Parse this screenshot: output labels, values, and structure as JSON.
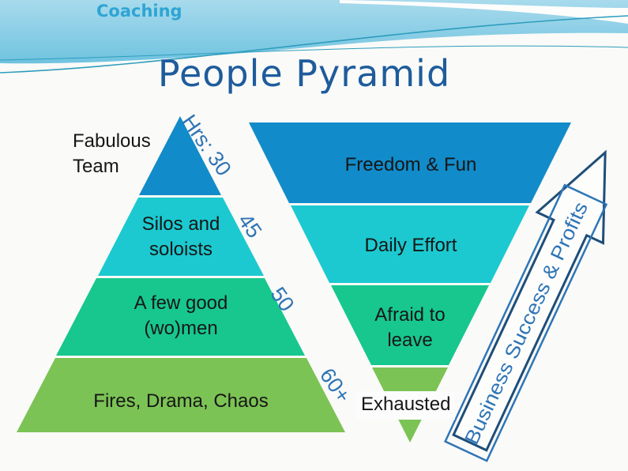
{
  "slide": {
    "background_color": "#FAFAF8",
    "header": {
      "brand": "Coaching",
      "band_top_color": "#A8DAEC",
      "band_bottom_color": "#6FC3E0",
      "wave_line_color": "#2D9DBC"
    },
    "title": {
      "text": "People Pyramid",
      "color": "#1E5C9C"
    },
    "left_pyramid": {
      "description": "upright pyramid, hours worked per tier shown along right edge",
      "tiers": [
        {
          "label": "Fabulous Team",
          "label_placement": "outside-left",
          "hours": "Hrs: 30",
          "color": "#118BC9"
        },
        {
          "label": "Silos and soloists",
          "hours": "45",
          "color": "#1CC9D0"
        },
        {
          "label": "A few good (wo)men",
          "hours": "50",
          "color": "#17C78E"
        },
        {
          "label": "Fires, Drama, Chaos",
          "hours": "60+",
          "color": "#7CC355"
        }
      ]
    },
    "right_pyramid": {
      "description": "inverted pyramid",
      "tiers": [
        {
          "label": "Freedom & Fun",
          "color": "#118BC9"
        },
        {
          "label": "Daily Effort",
          "color": "#1CC9D0"
        },
        {
          "label": "Afraid to leave",
          "color": "#17C78E"
        },
        {
          "label": "Exhausted",
          "color": "#7CC355"
        }
      ]
    },
    "arrow": {
      "label": "Business Success & Profits",
      "outline_color": "#1F4E79",
      "text_color": "#2E75B6",
      "direction": "up-right"
    }
  }
}
